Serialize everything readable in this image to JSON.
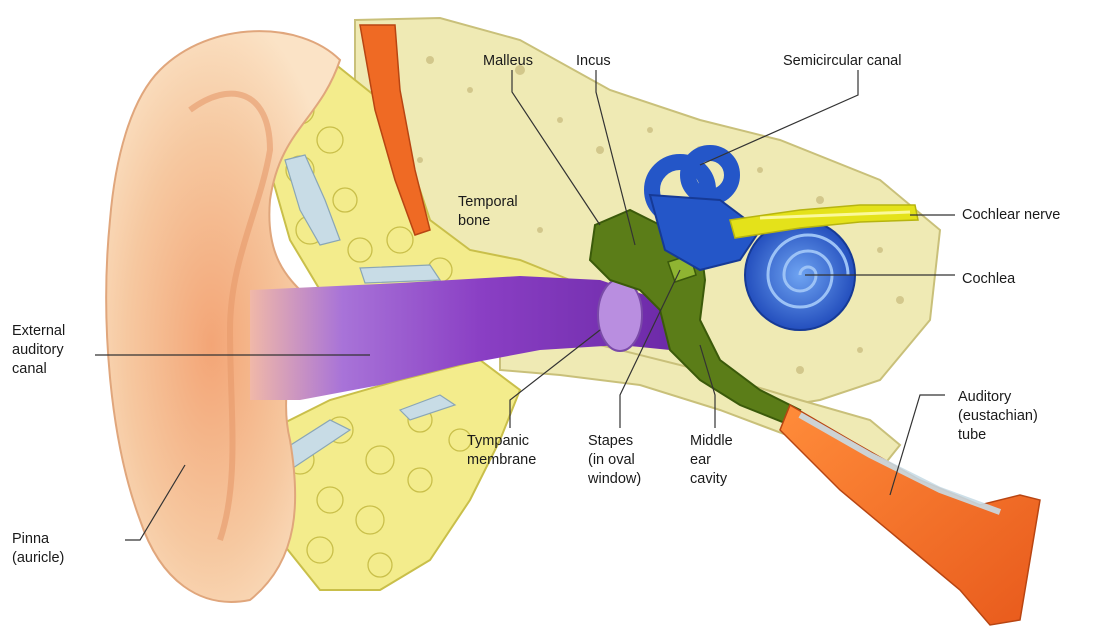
{
  "labels": {
    "malleus": [
      "Malleus"
    ],
    "incus": [
      "Incus"
    ],
    "semicircular_canal": [
      "Semicircular canal"
    ],
    "temporal_bone": [
      "Temporal",
      "bone"
    ],
    "cochlear_nerve": [
      "Cochlear nerve"
    ],
    "cochlea": [
      "Cochlea"
    ],
    "external_auditory_canal": [
      "External",
      "auditory",
      "canal"
    ],
    "auditory_tube": [
      "Auditory",
      "(eustachian)",
      "tube"
    ],
    "tympanic_membrane": [
      "Tympanic",
      "membrane"
    ],
    "stapes": [
      "Stapes",
      "(in oval",
      "window)"
    ],
    "middle_ear_cavity": [
      "Middle",
      "ear",
      "cavity"
    ],
    "pinna": [
      "Pinna",
      "(auricle)"
    ]
  },
  "colors": {
    "pinna": "#f6c9a0",
    "pinna_shade": "#f0a878",
    "bone": "#efeab4",
    "fat": "#f3ec8c",
    "canal": "#8a3fc4",
    "ossicles": "#5b7d18",
    "inner_ear": "#2456c8",
    "nerve": "#e4e21a",
    "tube": "#ef6a24"
  }
}
